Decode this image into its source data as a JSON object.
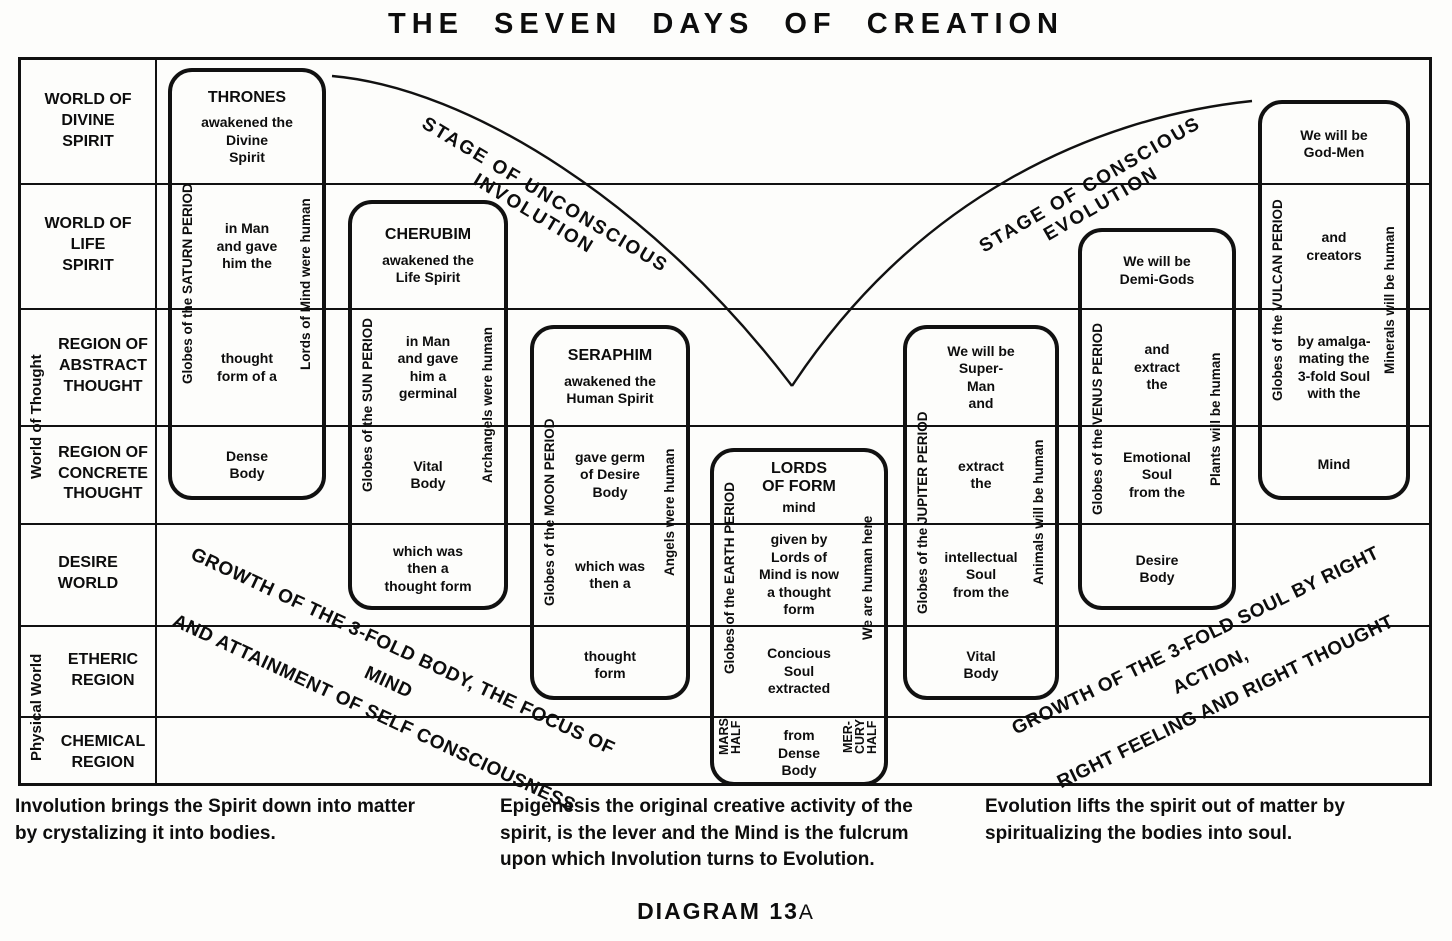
{
  "title": "THE SEVEN DAYS OF CREATION",
  "rows": [
    {
      "label": "WORLD OF\nDIVINE\nSPIRIT"
    },
    {
      "label": "WORLD OF\nLIFE\nSPIRIT"
    },
    {
      "label": "REGION OF\nABSTRACT\nTHOUGHT"
    },
    {
      "label": "REGION OF\nCONCRETE\nTHOUGHT"
    },
    {
      "label": "DESIRE\nWORLD"
    },
    {
      "label": "ETHERIC\nREGION"
    },
    {
      "label": "CHEMICAL\nREGION"
    }
  ],
  "side_labels": {
    "thought": "World of Thought",
    "physical": "Physical World"
  },
  "stages": {
    "involution": "STAGE OF UNCONSCIOUS INVOLUTION",
    "evolution": "STAGE OF CONSCIOUS EVOLUTION"
  },
  "growth": {
    "body": "GROWTH OF THE 3-FOLD BODY, THE FOCUS OF MIND\nAND ATTAINMENT OF SELF CONSCIOUSNESS",
    "soul": "GROWTH OF THE 3-FOLD SOUL BY RIGHT ACTION,\nRIGHT FEELING AND RIGHT THOUGHT"
  },
  "periods": [
    {
      "id": "saturn",
      "left_label": "Globes of the SATURN PERIOD",
      "right_label": "Lords of Mind were human",
      "sections": [
        {
          "title": "THRONES",
          "body": "awakened the\nDivine\nSpirit"
        },
        {
          "body": "in Man\nand gave\nhim the"
        },
        {
          "body": "thought\nform of a"
        },
        {
          "body": "Dense\nBody"
        }
      ]
    },
    {
      "id": "sun",
      "left_label": "Globes of the SUN PERIOD",
      "right_label": "Archangels were human",
      "sections": [
        {
          "title": "CHERUBIM",
          "body": "awakened the\nLife Spirit"
        },
        {
          "body": "in Man\nand gave\nhim a\ngerminal"
        },
        {
          "body": "Vital\nBody"
        },
        {
          "body": "which was\nthen a\nthought form"
        }
      ]
    },
    {
      "id": "moon",
      "left_label": "Globes of the MOON PERIOD",
      "right_label": "Angels were human",
      "sections": [
        {
          "title": "SERAPHIM",
          "body": "awakened the\nHuman Spirit"
        },
        {
          "body": "gave germ\nof Desire\nBody"
        },
        {
          "body": "which was\nthen a"
        },
        {
          "body": "thought\nform"
        }
      ]
    },
    {
      "id": "earth",
      "left_label": "Globes of the EARTH PERIOD",
      "right_label": "We are human here",
      "corner_left": "MARS\nHALF",
      "corner_right": "MER-\nCURY\nHALF",
      "sections": [
        {
          "title": "LORDS\nOF FORM",
          "body": "mind"
        },
        {
          "body": "given by\nLords of\nMind is now\na thought\nform"
        },
        {
          "body": "Concious\nSoul\nextracted"
        },
        {
          "body": "from\nDense\nBody"
        }
      ]
    },
    {
      "id": "jupiter",
      "left_label": "Globes of the JUPITER PERIOD",
      "right_label": "Animals will be human",
      "sections": [
        {
          "body": "We will be\nSuper-\nMan\nand"
        },
        {
          "body": "extract\nthe"
        },
        {
          "body": "intellectual\nSoul\nfrom the"
        },
        {
          "body": "Vital\nBody"
        }
      ]
    },
    {
      "id": "venus",
      "left_label": "Globes of the VENUS PERIOD",
      "right_label": "Plants will be human",
      "sections": [
        {
          "body": "We will be\nDemi-Gods"
        },
        {
          "body": "and\nextract\nthe"
        },
        {
          "body": "Emotional\nSoul\nfrom the"
        },
        {
          "body": "Desire\nBody"
        }
      ]
    },
    {
      "id": "vulcan",
      "left_label": "Globes of the VULCAN PERIOD",
      "right_label": "Minerals will be human",
      "sections": [
        {
          "body": "We will be\nGod-Men"
        },
        {
          "body": "and\ncreators"
        },
        {
          "body": "by amalga-\nmating the\n3-fold Soul\nwith the"
        },
        {
          "body": "Mind"
        }
      ]
    }
  ],
  "captions": {
    "left": "Involution brings the Spirit down into matter\nby crystalizing it into bodies.",
    "center": "Epigenesis the original creative activity of the\nspirit, is the lever and the Mind is the fulcrum\nupon which Involution turns to Evolution.",
    "right": "Evolution lifts the spirit out of matter by\nspiritualizing the bodies into soul."
  },
  "footer": {
    "label": "DIAGRAM 13",
    "suffix": "A"
  }
}
